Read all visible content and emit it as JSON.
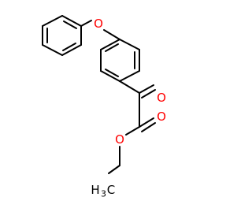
{
  "molecule": {
    "atoms": {
      "ether_oxygen": "O",
      "ketone_oxygen": "O",
      "carbonyl_oxygen": "O",
      "ester_oxygen": "O",
      "methyl_main": "H",
      "methyl_sub": "3",
      "methyl_tail": "C"
    }
  },
  "colors": {
    "bond": "#000000",
    "oxygen": "#ff0000",
    "carbon": "#000000"
  }
}
